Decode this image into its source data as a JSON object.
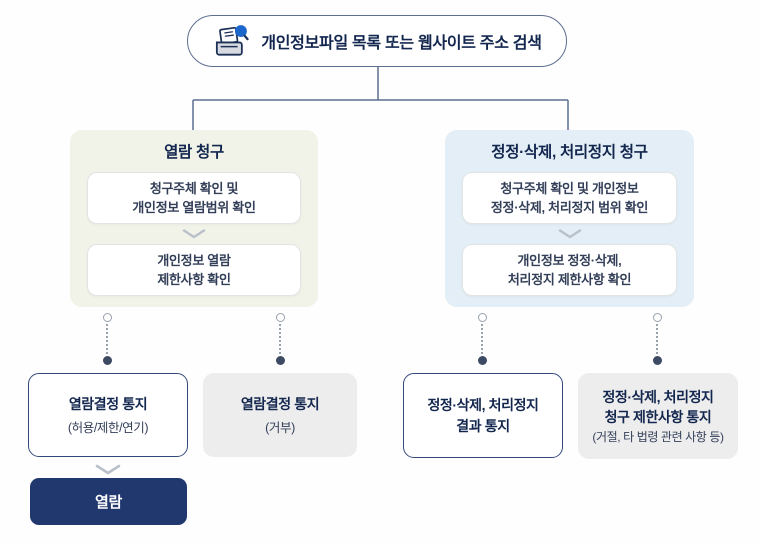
{
  "root": {
    "label": "개인정보파일 목록 또는 웹사이트 주소 검색",
    "icon": "document-search-icon"
  },
  "branches": [
    {
      "title": "열람 청구",
      "steps": [
        "청구주체 확인 및\n개인정보 열람범위 확인",
        "개인정보 열람\n제한사항 확인"
      ]
    },
    {
      "title": "정정·삭제, 처리정지 청구",
      "steps": [
        "청구주체 확인 및 개인정보\n정정·삭제, 처리정지 범위 확인",
        "개인정보 정정·삭제,\n처리정지 제한사항 확인"
      ]
    }
  ],
  "outcomes": [
    {
      "title": "열람결정 통지",
      "subtitle": "(허용/제한/연기)",
      "style": "outlined"
    },
    {
      "title": "열람결정 통지",
      "subtitle": "(거부)",
      "style": "gray"
    },
    {
      "title": "정정·삭제, 처리정지\n결과 통지",
      "subtitle": "",
      "style": "outlined"
    },
    {
      "title": "정정·삭제, 처리정지\n청구 제한사항 통지",
      "subtitle": "(거절, 타 법령 관련 사항 등)",
      "style": "gray"
    }
  ],
  "final_action": {
    "label": "열람"
  },
  "colors": {
    "line": "#5d6e90",
    "navy-text": "#12264e",
    "body-text": "#333f58",
    "panel-view-bg": "#f1f3e8",
    "panel-correct-bg": "#e3eef6",
    "outline-navy": "#33497c",
    "gray-box-bg": "#ededed",
    "button-navy": "#21386e",
    "icon-blue": "#1c67cc",
    "icon-navy": "#1d3157",
    "connector-gray": "#98a1ae",
    "connector-dot": "#3c4a63",
    "chevron-gray": "#b9c0ca"
  }
}
